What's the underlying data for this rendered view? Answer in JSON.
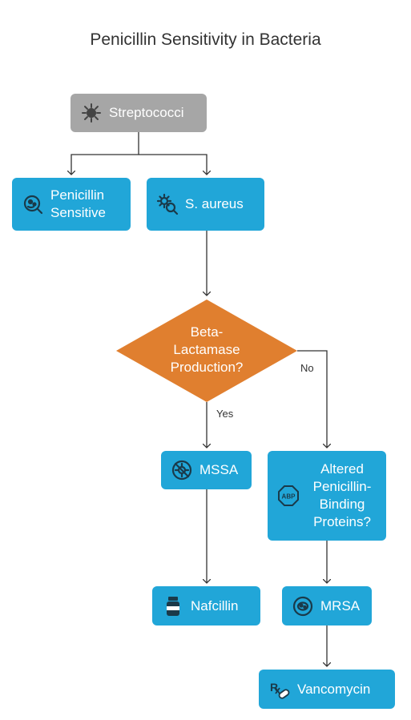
{
  "title": "Penicillin Sensitivity in Bacteria",
  "colors": {
    "grey_node": "#a6a6a6",
    "blue_node": "#21a6d8",
    "diamond": "#e07f2f",
    "edge": "#333333"
  },
  "nodes": {
    "streptococci": {
      "label": "Streptococci",
      "icon": "bacteria-icon"
    },
    "penicillin_sensitive": {
      "label": "Penicillin\nSensitive",
      "icon": "magnifier-bacteria-icon"
    },
    "s_aureus": {
      "label": "S. aureus",
      "icon": "gear-search-icon"
    },
    "beta_lactamase": {
      "label": "Beta-\nLactamase\nProduction?"
    },
    "mssa": {
      "label": "MSSA",
      "icon": "no-bacteria-icon"
    },
    "altered_pbp": {
      "label": "Altered\nPenicillin-\nBinding\nProteins?",
      "icon": "abp-stop-icon"
    },
    "nafcillin": {
      "label": "Nafcillin",
      "icon": "medicine-bottle-icon"
    },
    "mrsa": {
      "label": "MRSA",
      "icon": "cell-icon"
    },
    "vancomycin": {
      "label": "Vancomycin",
      "icon": "prescription-icon"
    }
  },
  "edge_labels": {
    "yes": "Yes",
    "no": "No"
  }
}
